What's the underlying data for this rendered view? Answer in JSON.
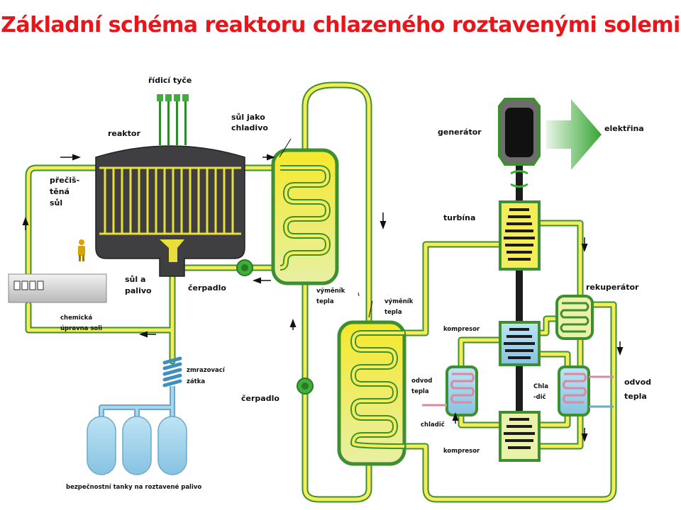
{
  "title": "Základní schéma reaktoru chlazeného roztavenými solemi",
  "labels": {
    "control_rods": "řídicí tyče",
    "reactor": "reaktor",
    "salt_coolant_1": "sůl jako",
    "salt_coolant_2": "chladivo",
    "purified_salt_1": "přečiš-",
    "purified_salt_2": "těná",
    "purified_salt_3": "sůl",
    "salt_fuel_1": "sůl a",
    "salt_fuel_2": "palivo",
    "pump_1": "čerpadlo",
    "pump_2": "čerpadlo",
    "chem_plant_1": "chemická",
    "chem_plant_2": "úpravna soli",
    "freeze_plug_1": "zmrazovací",
    "freeze_plug_2": "zátka",
    "safety_tanks": "bezpečnostní tanky na roztavené palivo",
    "hx1_1": "výměník",
    "hx1_2": "tepla",
    "hx2_1": "výměník",
    "hx2_2": "tepla",
    "generator": "generátor",
    "electricity": "elektřina",
    "turbine": "turbína",
    "recuperator": "rekuperátor",
    "compressor_1": "kompresor",
    "compressor_2": "kompresor",
    "heat_out_left_1": "odvod",
    "heat_out_left_2": "tepla",
    "heat_out_right_1": "odvod",
    "heat_out_right_2": "tepla",
    "cooler_1": "chladič",
    "cooler_2_1": "Chla",
    "cooler_2_2": "-dič"
  },
  "colors": {
    "title": "#e8161b",
    "pipe_yellow": "#f5ec5a",
    "pipe_green": "#3e8f30",
    "reactor": "#444444",
    "coolant_blue": "#9ccfe6",
    "arrow_green": "#3fae3a"
  }
}
